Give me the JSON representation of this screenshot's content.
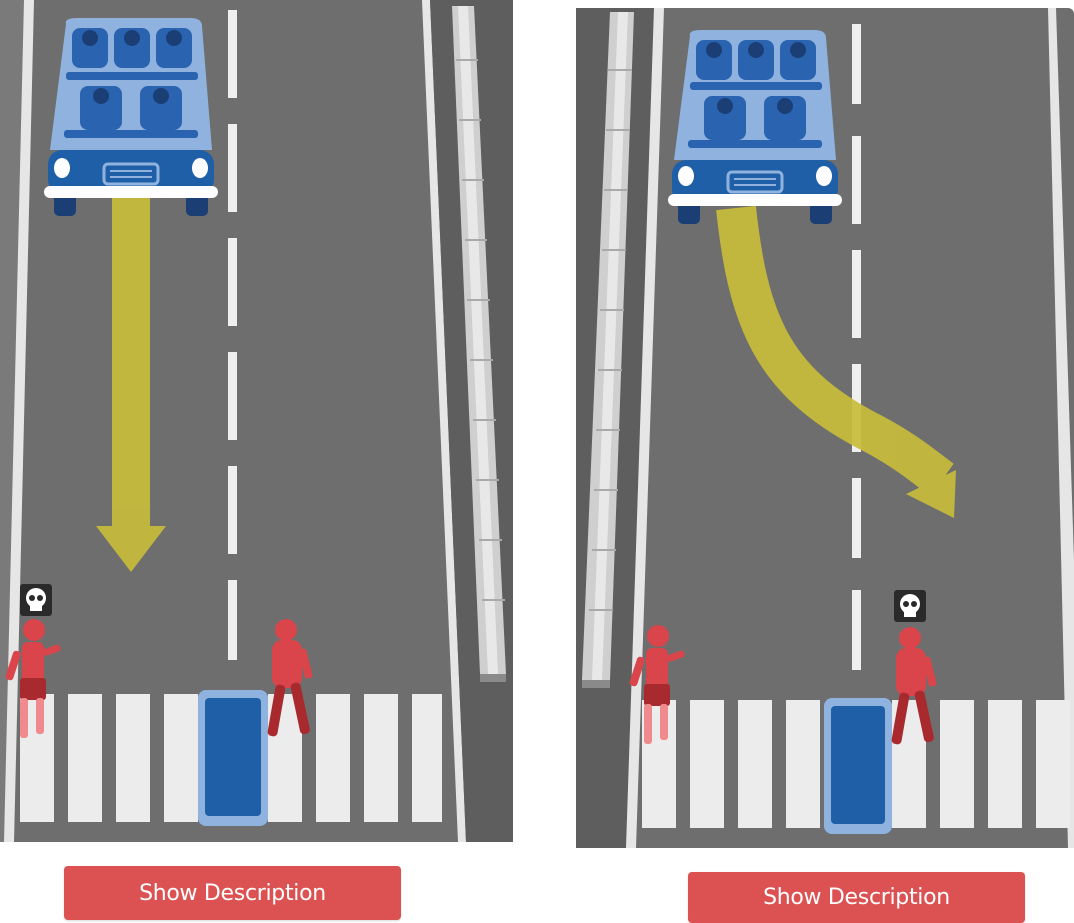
{
  "scenarios": [
    {
      "id": "left",
      "car_path": "straight",
      "casualty": "pedestrian-left-lane",
      "button_label": "Show Description"
    },
    {
      "id": "right",
      "car_path": "swerve",
      "casualty": "pedestrian-right-lane",
      "button_label": "Show Description"
    }
  ],
  "colors": {
    "road": "#6e6e6e",
    "road_edge": "#5a5a5a",
    "lane_marking": "#f1f1f1",
    "barrier": "#d9d9d9",
    "car_body": "#1f5fa8",
    "car_glass": "#8fb3de",
    "arrow": "#c8bc3a",
    "pedestrian": "#d9454a",
    "button": "#dc5151",
    "button_text": "#ffffff"
  },
  "icons": [
    "skull-icon",
    "car-icon",
    "pedestrian-icon",
    "barrier-icon"
  ]
}
